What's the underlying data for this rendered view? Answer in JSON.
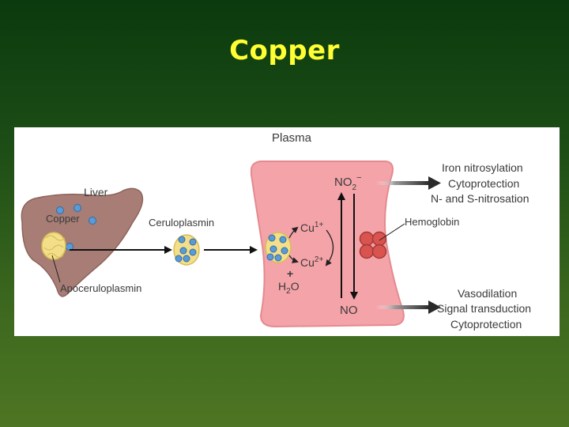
{
  "slide": {
    "title": "Copper"
  },
  "diagram": {
    "plasma": "Plasma",
    "liver": "Liver",
    "copper": "Copper",
    "apoceruloplasmin": "Apoceruloplasmin",
    "ceruloplasmin": "Ceruloplasmin",
    "nitrite_base": "NO",
    "nitrite_sub": "2",
    "nitrite_sup": "−",
    "cu1_base": "Cu",
    "cu1_sup": "1+",
    "cu2_base": "Cu",
    "cu2_sup": "2+",
    "plus": "+",
    "water_h": "H",
    "water_sub": "2",
    "water_o": "O",
    "no": "NO",
    "hemoglobin": "Hemoglobin",
    "outcomes_top": [
      "Iron nitrosylation",
      "Cytoprotection",
      "N- and S-nitrosation"
    ],
    "outcomes_bottom": [
      "Vasodilation",
      "Signal transduction",
      "Cytoprotection"
    ]
  },
  "colors": {
    "title": "#ffff33",
    "plasma_fill": "#f4a3a8",
    "liver_fill": "#a77d75",
    "copper_dot": "#5b9bd5",
    "protein_fill": "#f3de8a",
    "hemoglobin_fill": "#d9534f"
  }
}
